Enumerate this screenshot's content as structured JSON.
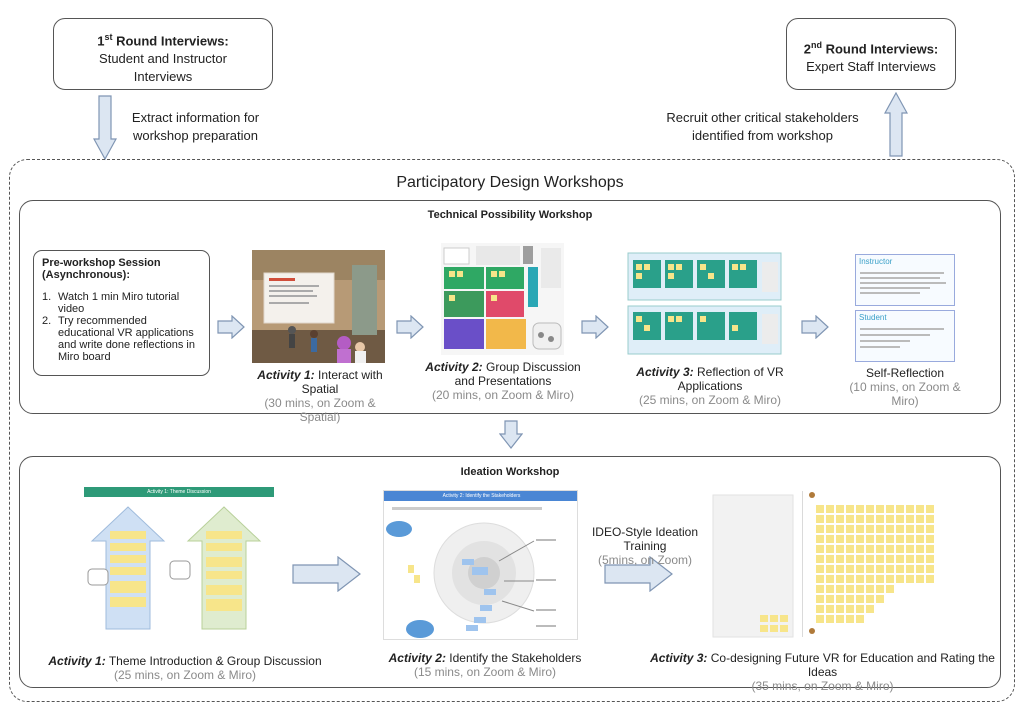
{
  "round1": {
    "num": "1",
    "sup": "st",
    "title": " Round Interviews:",
    "line1": "Student and Instructor",
    "line2": "Interviews"
  },
  "round2": {
    "num": "2",
    "sup": "nd",
    "title": " Round Interviews:",
    "line1": "Expert Staff Interviews"
  },
  "extract": {
    "line1": "Extract information for",
    "line2": "workshop preparation"
  },
  "recruit": {
    "line1": "Recruit other critical stakeholders",
    "line2": "identified from workshop"
  },
  "workshops_title": "Participatory Design Workshops",
  "technical": {
    "title": "Technical Possibility Workshop",
    "pre": {
      "title1": "Pre-workshop Session",
      "title2": "(Asynchronous):",
      "item1_num": "1.",
      "item1": "Watch 1 min Miro tutorial video",
      "item2_num": "2.",
      "item2": "Try recommended educational VR applications and write done reflections in Miro board"
    },
    "a1": {
      "label": "Activity 1:",
      "text": " Interact with Spatial",
      "detail": "(30 mins, on Zoom & Spatial)"
    },
    "a2": {
      "label": "Activity 2:",
      "text": " Group Discussion and Presentations",
      "detail": "(20 mins, on Zoom & Miro)"
    },
    "a3": {
      "label": "Activity 3:",
      "text": " Reflection of VR Applications",
      "detail": "(25 mins, on Zoom & Miro)"
    },
    "self": {
      "text": "Self-Reflection",
      "detail": "(10 mins, on Zoom & Miro)",
      "instructor": "Instructor",
      "student": "Student"
    }
  },
  "ideation": {
    "title": "Ideation Workshop",
    "a1": {
      "label": "Activity 1:",
      "text": " Theme Introduction & Group Discussion",
      "detail": "(25 mins, on Zoom & Miro)",
      "board_title": "Activity 1: Theme Discussion"
    },
    "a2": {
      "label": "Activity 2:",
      "text": " Identify the Stakeholders",
      "detail": "(15 mins, on Zoom & Miro)",
      "board_title": "Activity 2: Identify the Stakeholders"
    },
    "training": {
      "text": "IDEO-Style Ideation Training",
      "detail": "(5mins, on Zoom)"
    },
    "a3": {
      "label": "Activity 3:",
      "text": " Co-designing Future VR for Education and Rating the Ideas",
      "detail": "(35 mins, on Zoom & Miro)"
    }
  },
  "colors": {
    "arrow_fill": "#dce6f2",
    "arrow_stroke": "#7f95b3",
    "sticky": "#f7e58a",
    "green_board": "#21a67a",
    "teal_board": "#2d9bb1",
    "blue_header": "#4a86d4"
  }
}
